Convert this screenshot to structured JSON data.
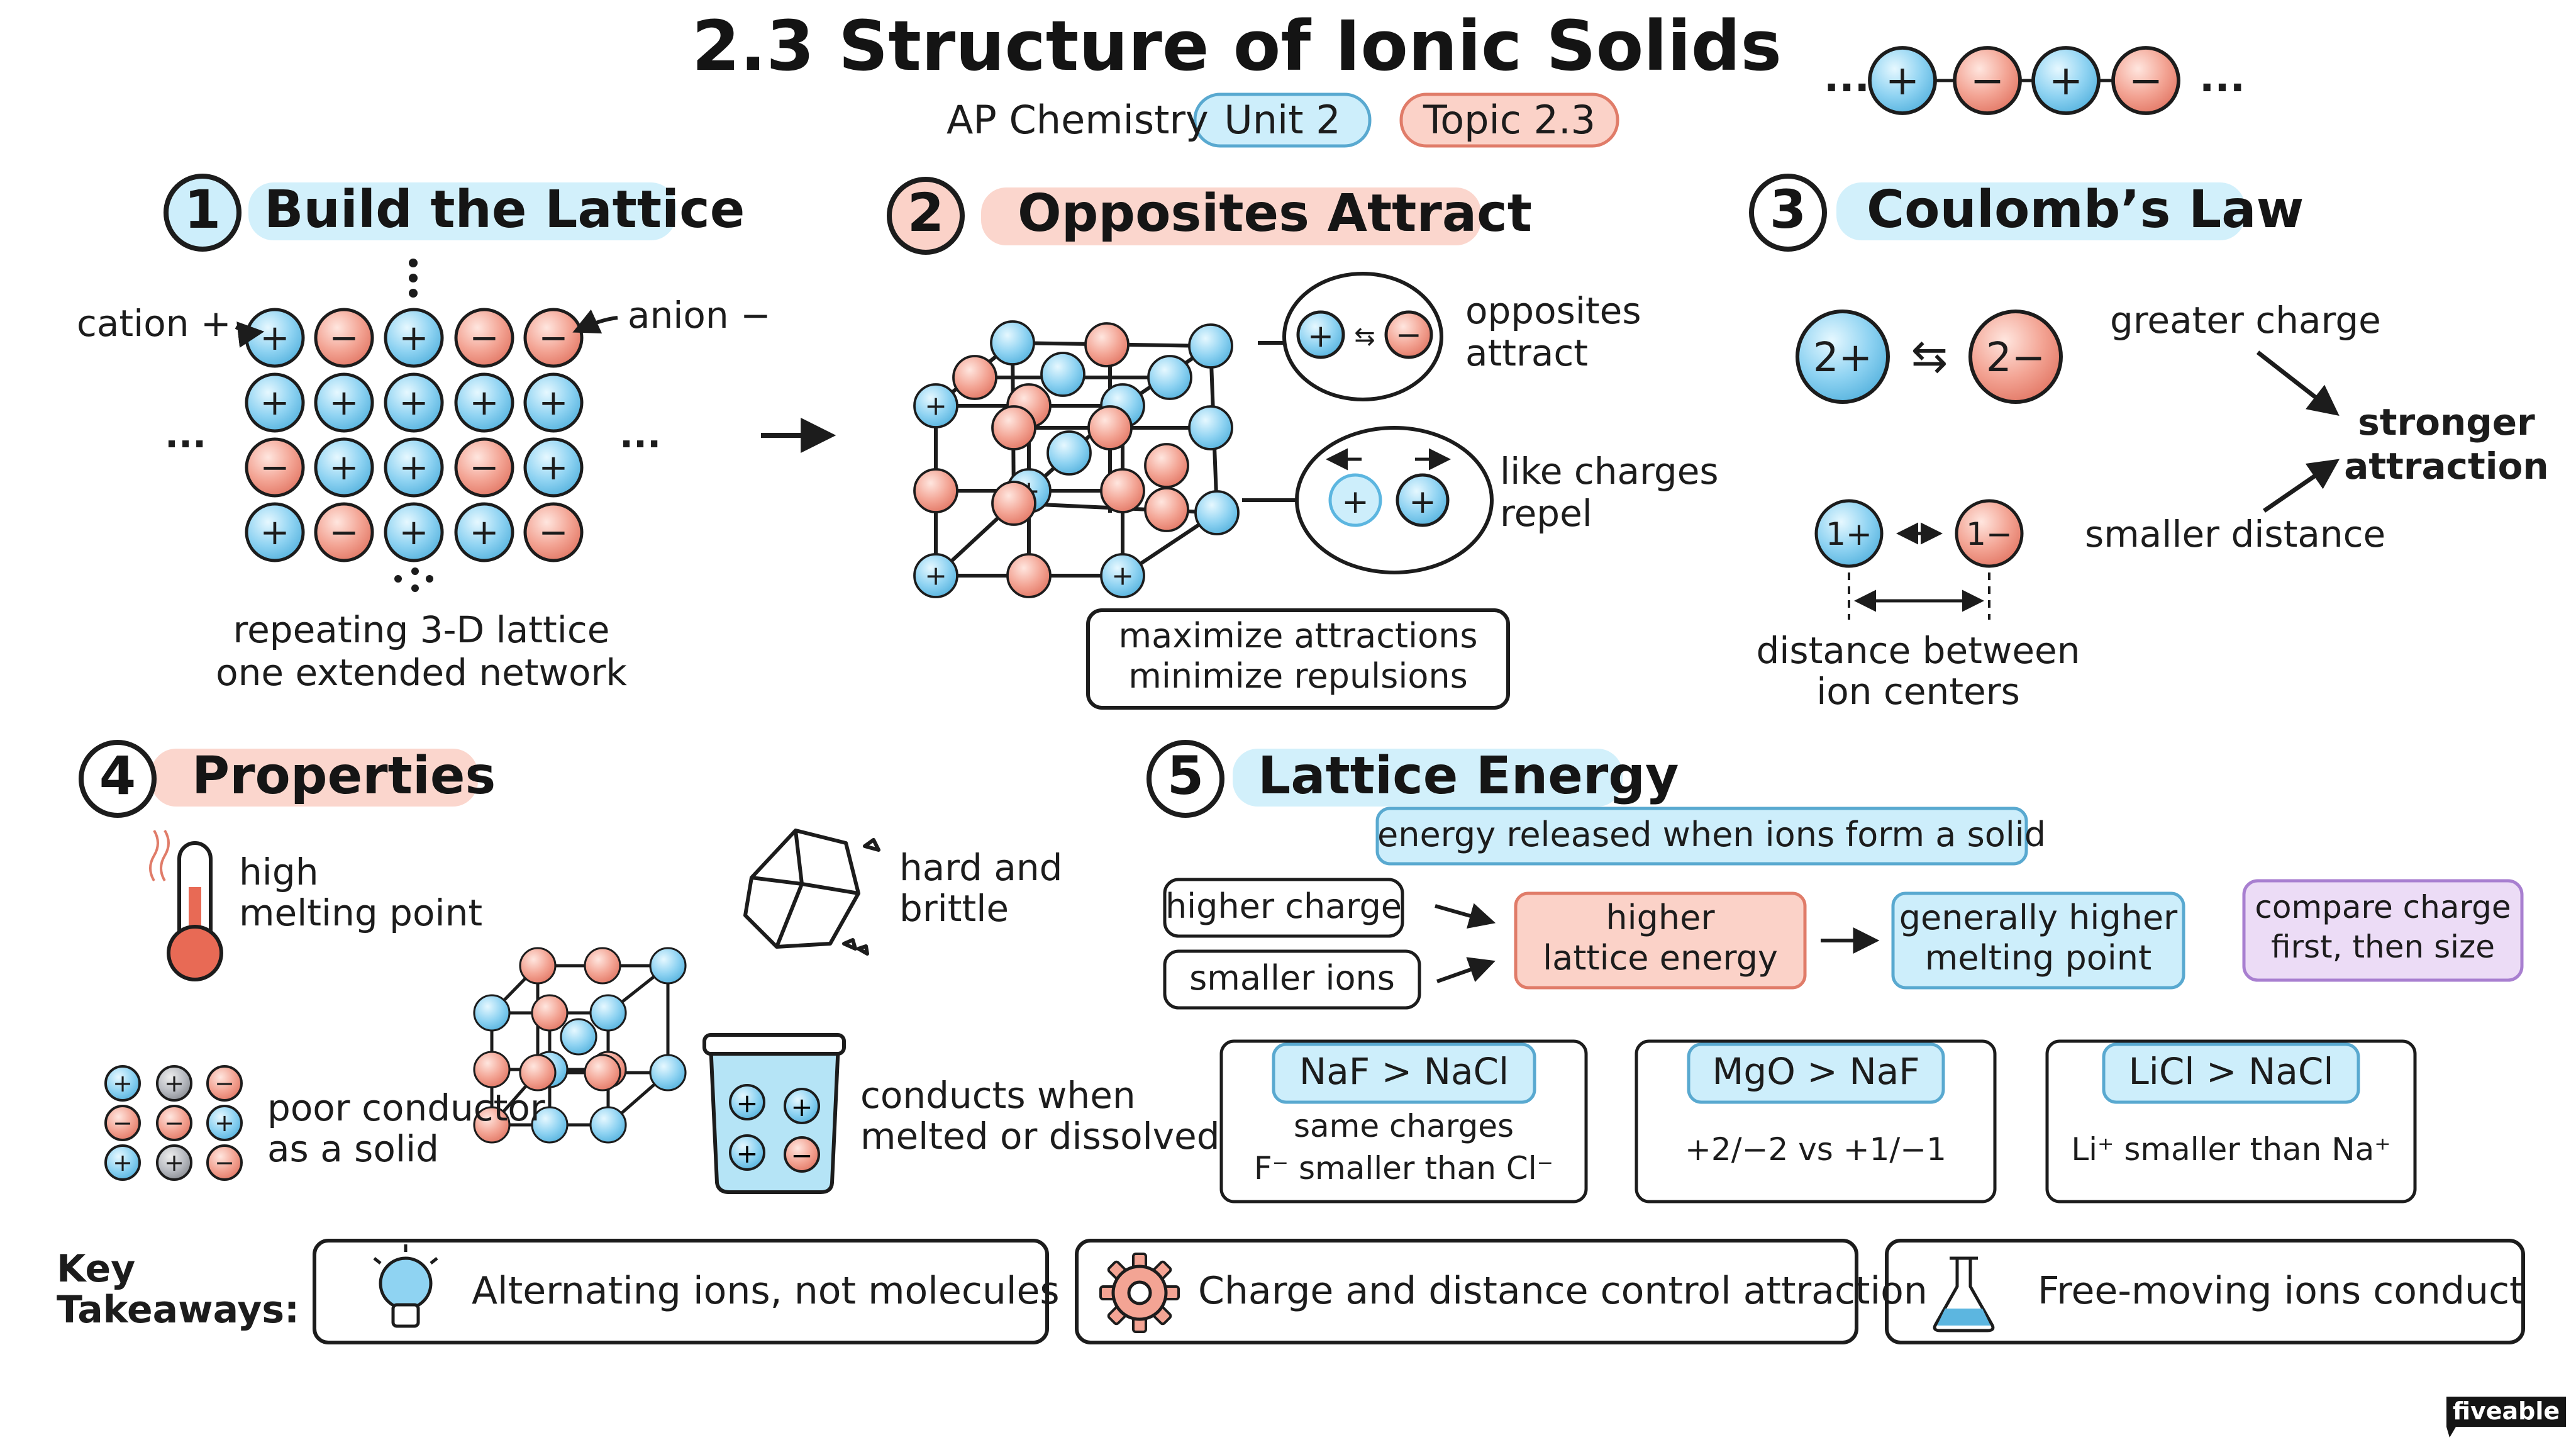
{
  "header": {
    "title": "2.3 Structure of Ionic Solids",
    "subject": "AP Chemistry",
    "unit_badge": "Unit 2",
    "topic_badge": "Topic 2.3",
    "chain_ellipsis": "...",
    "chain_signs": [
      "+",
      "−",
      "+",
      "−"
    ]
  },
  "sections": {
    "build": {
      "number": "1",
      "title": "Build the Lattice",
      "cation_label": "cation +",
      "anion_label": "anion −",
      "left_dots": "...",
      "right_dots": "...",
      "caption_line1": "repeating 3-D lattice",
      "caption_line2": "one extended network"
    },
    "attract": {
      "number": "2",
      "title": "Opposites Attract",
      "opposites_line1": "opposites",
      "opposites_line2": "attract",
      "like_line1": "like charges",
      "like_line2": "repel",
      "box_line1": "maximize attractions",
      "box_line2": "minimize repulsions"
    },
    "coulomb": {
      "number": "3",
      "title": "Coulomb’s Law",
      "ion_big_pos": "2+",
      "ion_big_neg": "2−",
      "ion_small_pos": "1+",
      "ion_small_neg": "1−",
      "greater_charge": "greater charge",
      "smaller_distance": "smaller distance",
      "stronger_line1": "stronger",
      "stronger_line2": "attraction",
      "distance_line1": "distance between",
      "distance_line2": "ion centers"
    },
    "properties": {
      "number": "4",
      "title": "Properties",
      "melting_line1": "high",
      "melting_line2": "melting point",
      "hard_line1": "hard and",
      "hard_line2": "brittle",
      "poor_line1": "poor conductor",
      "poor_line2": "as a solid",
      "conducts_line1": "conducts when",
      "conducts_line2": "melted or dissolved"
    },
    "energy": {
      "number": "5",
      "title": "Lattice Energy",
      "definition": "energy released when ions form a solid",
      "higher_charge": "higher charge",
      "smaller_ions": "smaller ions",
      "result_line1": "higher",
      "result_line2": "lattice energy",
      "melt_line1": "generally higher",
      "melt_line2": "melting point",
      "tip_line1": "compare charge",
      "tip_line2": "first, then size",
      "examples": [
        {
          "compare": "NaF > NaCl",
          "note_line1": "same charges",
          "note_line2": "F⁻ smaller than Cl⁻"
        },
        {
          "compare": "MgO > NaF",
          "note_line1": "+2/−2 vs +1/−1",
          "note_line2": ""
        },
        {
          "compare": "LiCl > NaCl",
          "note_line1": "Li⁺ smaller than Na⁺",
          "note_line2": ""
        }
      ]
    }
  },
  "takeaways": {
    "label_line1": "Key",
    "label_line2": "Takeaways:",
    "items": [
      {
        "text": "Alternating ions, not molecules",
        "icon": "lightbulb-icon"
      },
      {
        "text": "Charge and distance control attraction",
        "icon": "gear-icon"
      },
      {
        "text": "Free-moving ions conduct",
        "icon": "flask-icon"
      }
    ]
  },
  "brand": "fiveable",
  "colors": {
    "cation": "#8fd3f2",
    "anion": "#f3a494",
    "blue_highlight": "#cdeefb",
    "red_highlight": "#fbd2c8",
    "purple_box": "#ecdcf6"
  }
}
